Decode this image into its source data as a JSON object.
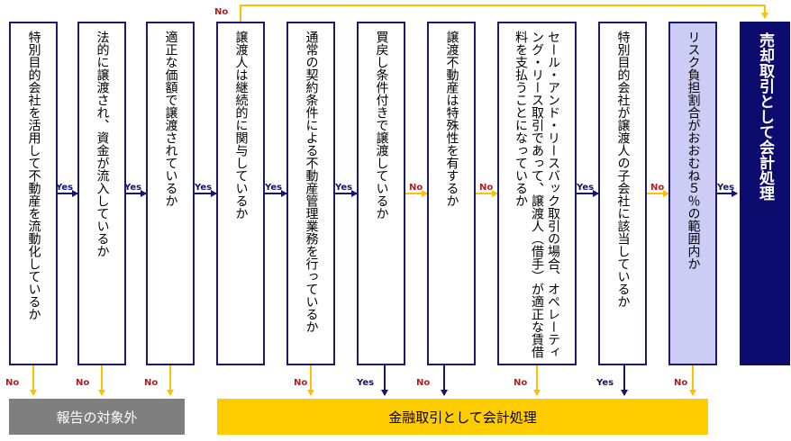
{
  "nodes": [
    {
      "id": "q1",
      "text": "特別目的会社を活用して不動産を流動化しているか"
    },
    {
      "id": "q2",
      "text": "法的に譲渡され、資金が流入しているか"
    },
    {
      "id": "q3",
      "text": "適正な価額で譲渡されているか"
    },
    {
      "id": "q4",
      "text": "譲渡人は継続的に関与しているか"
    },
    {
      "id": "q5",
      "text": "通常の契約条件による不動産管理業務を行っているか"
    },
    {
      "id": "q6",
      "text": "買戻し条件付きで譲渡しているか"
    },
    {
      "id": "q7",
      "text": "譲渡不動産は特殊性を有するか"
    },
    {
      "id": "q8",
      "text": "セール・アンド・リースバック取引の場合、オペレーティング・リース取引であって、譲渡人（借手）が適正な賃借料を支払うことになっているか"
    },
    {
      "id": "q9",
      "text": "特別目的会社が譲渡人の子会社に該当しているか"
    },
    {
      "id": "q10",
      "text": "リスク負担割合がおおむね５％の範囲内か"
    },
    {
      "id": "final",
      "text": "売却取引として会計処理"
    }
  ],
  "results": {
    "out_of_scope": "報告の対象外",
    "financing": "金融取引として会計処理"
  },
  "labels": {
    "yes": "Yes",
    "no": "No"
  },
  "colors": {
    "box_border": "#1a1a72",
    "yes_arrow": "#14146e",
    "no_arrow": "#ffc000",
    "risk_box": "#ccccf5",
    "final_box": "#0c0c6e",
    "out_of_scope": "#7f7f7f",
    "financing": "#ffcc00"
  }
}
